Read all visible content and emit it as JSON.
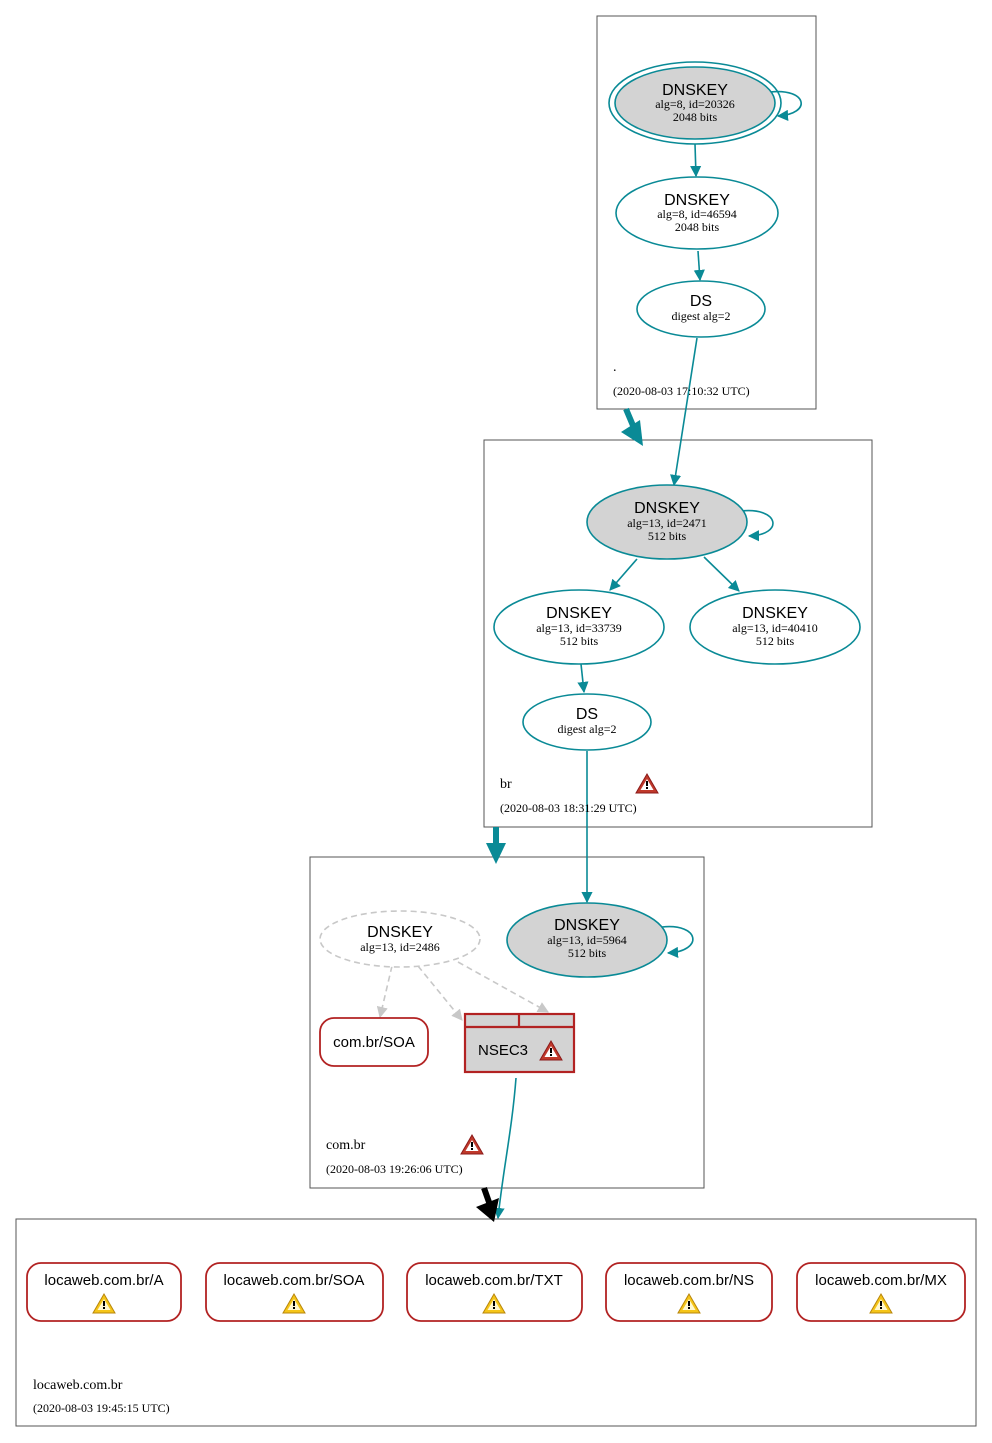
{
  "colors": {
    "edge": "#0a8a96",
    "key_fill": "#d3d3d3",
    "error": "#b22222",
    "dashed": "#c8c8c8",
    "warning": "#f5c518",
    "delegation_insecure": "#000000"
  },
  "zones": {
    "root": {
      "name": ".",
      "time": "(2020-08-03 17:10:32 UTC)"
    },
    "br": {
      "name": "br",
      "time": "(2020-08-03 18:31:29 UTC)"
    },
    "combr": {
      "name": "com.br",
      "time": "(2020-08-03 19:26:06 UTC)"
    },
    "locaweb": {
      "name": "locaweb.com.br",
      "time": "(2020-08-03 19:45:15 UTC)"
    }
  },
  "nodes": {
    "root_ksk": {
      "title": "DNSKEY",
      "line1": "alg=8, id=20326",
      "line2": "2048 bits"
    },
    "root_zsk": {
      "title": "DNSKEY",
      "line1": "alg=8, id=46594",
      "line2": "2048 bits"
    },
    "root_ds": {
      "title": "DS",
      "line1": "digest alg=2"
    },
    "br_ksk": {
      "title": "DNSKEY",
      "line1": "alg=13, id=2471",
      "line2": "512 bits"
    },
    "br_zsk1": {
      "title": "DNSKEY",
      "line1": "alg=13, id=33739",
      "line2": "512 bits"
    },
    "br_zsk2": {
      "title": "DNSKEY",
      "line1": "alg=13, id=40410",
      "line2": "512 bits"
    },
    "br_ds": {
      "title": "DS",
      "line1": "digest alg=2"
    },
    "combr_key_missing": {
      "title": "DNSKEY",
      "line1": "alg=13, id=2486"
    },
    "combr_ksk": {
      "title": "DNSKEY",
      "line1": "alg=13, id=5964",
      "line2": "512 bits"
    },
    "combr_soa": {
      "label": "com.br/SOA"
    },
    "combr_nsec3": {
      "label": "NSEC3"
    }
  },
  "records": [
    {
      "label": "locaweb.com.br/A"
    },
    {
      "label": "locaweb.com.br/SOA"
    },
    {
      "label": "locaweb.com.br/TXT"
    },
    {
      "label": "locaweb.com.br/NS"
    },
    {
      "label": "locaweb.com.br/MX"
    }
  ]
}
